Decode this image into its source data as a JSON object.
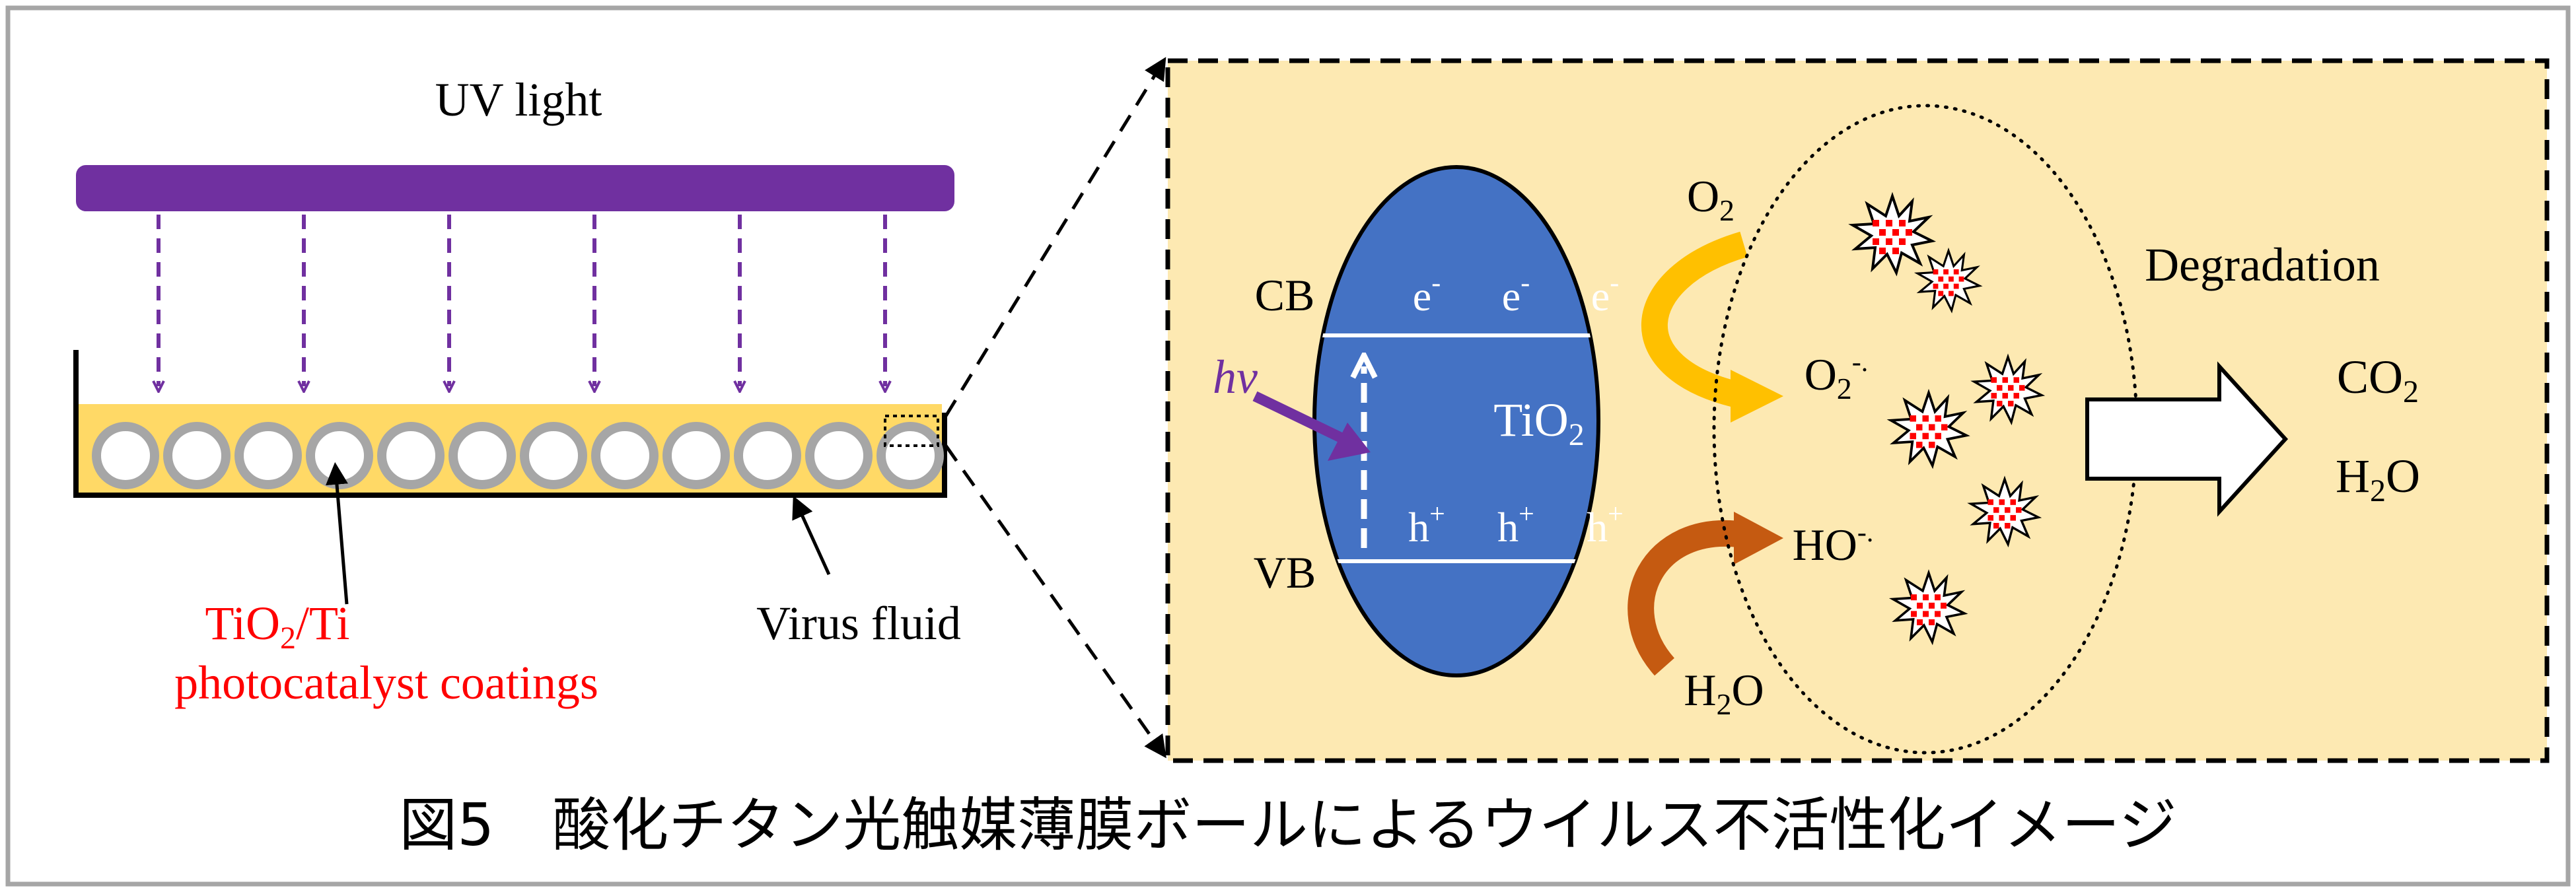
{
  "left_panel": {
    "uv_label": "UV light",
    "coating_label_line1_main": "TiO",
    "coating_label_line1_sub": "2",
    "coating_label_line1_tail": "/Ti",
    "coating_label_line2": "photocatalyst coatings",
    "virus_label": "Virus fluid"
  },
  "right_panel": {
    "cb_label": "CB",
    "vb_label": "VB",
    "electron": "e",
    "electron_sup": "-",
    "hole": "h",
    "hole_sup": "+",
    "hv_label": "hv",
    "tio2_main": "TiO",
    "tio2_sub": "2",
    "o2_main": "O",
    "o2_sub": "2",
    "o2_radical_main": "O",
    "o2_radical_sub": "2",
    "o2_radical_sup": "-.",
    "ho_radical_main": "HO",
    "ho_radical_sup": "-.",
    "h2o_main_h": "H",
    "h2o_sub": "2",
    "h2o_main_o": "O",
    "degradation_label": "Degradation",
    "co2_main": "CO",
    "co2_sub": "2",
    "product_h2o_h": "H",
    "product_h2o_sub": "2",
    "product_h2o_o": "O"
  },
  "caption": "図5　酸化チタン光触媒薄膜ボールによるウイルス不活性化イメージ",
  "colors": {
    "uv_bar": "#7030a0",
    "coating": "#ffd966",
    "zoom_bg": "#fde9b2",
    "tio2": "#4472c4",
    "coating_text": "#ff0000",
    "hv_arrow": "#7030a0",
    "o2_arrow": "#ffc000",
    "h2o_arrow": "#c55a11",
    "virus_fill": "#ff0000",
    "frame": "#a6a6a6"
  }
}
